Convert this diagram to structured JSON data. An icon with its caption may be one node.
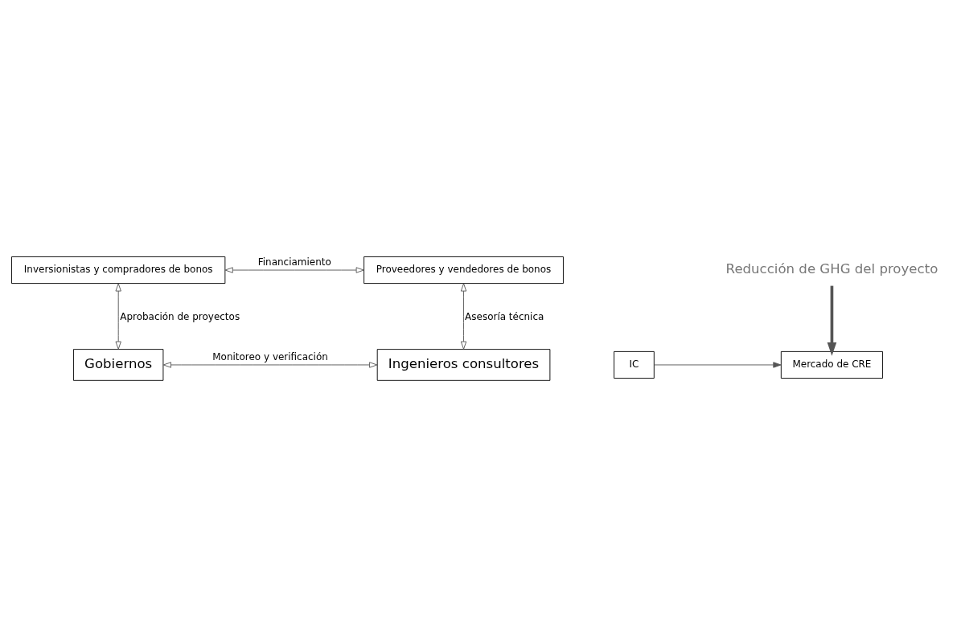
{
  "diagram": {
    "nodes": [
      {
        "text": [
          "Inversionistas y compradores de bonos"
        ]
      },
      {
        "text": [
          "Proveedores y vendedores de bonos"
        ]
      },
      {
        "text": [
          "Reducción de GHG del proyecto"
        ]
      },
      {
        "text": [
          "Gobiernos"
        ]
      },
      {
        "text": [
          "Ingenieros consultores"
        ]
      },
      {
        "text": [
          "Mercado de CRE"
        ]
      },
      {
        "text": [
          "IC"
        ]
      }
    ],
    "edges": [
      {
        "from": 0,
        "to": 1,
        "arrow": "both",
        "label": "Financiamiento"
      },
      {
        "from": 0,
        "to": 3,
        "arrow": "both",
        "label": "Aprobación de proyectos"
      },
      {
        "from": 1,
        "to": 4,
        "arrow": "both",
        "label": "Asesoría técnica"
      },
      {
        "from": 3,
        "to": 4,
        "arrow": "both",
        "label": "Monitoreo y verificación"
      },
      {
        "from": 2,
        "to": 5,
        "arrow": "to",
        "style": "thick"
      },
      {
        "from": 6,
        "to": 5,
        "arrow": "to"
      }
    ]
  }
}
